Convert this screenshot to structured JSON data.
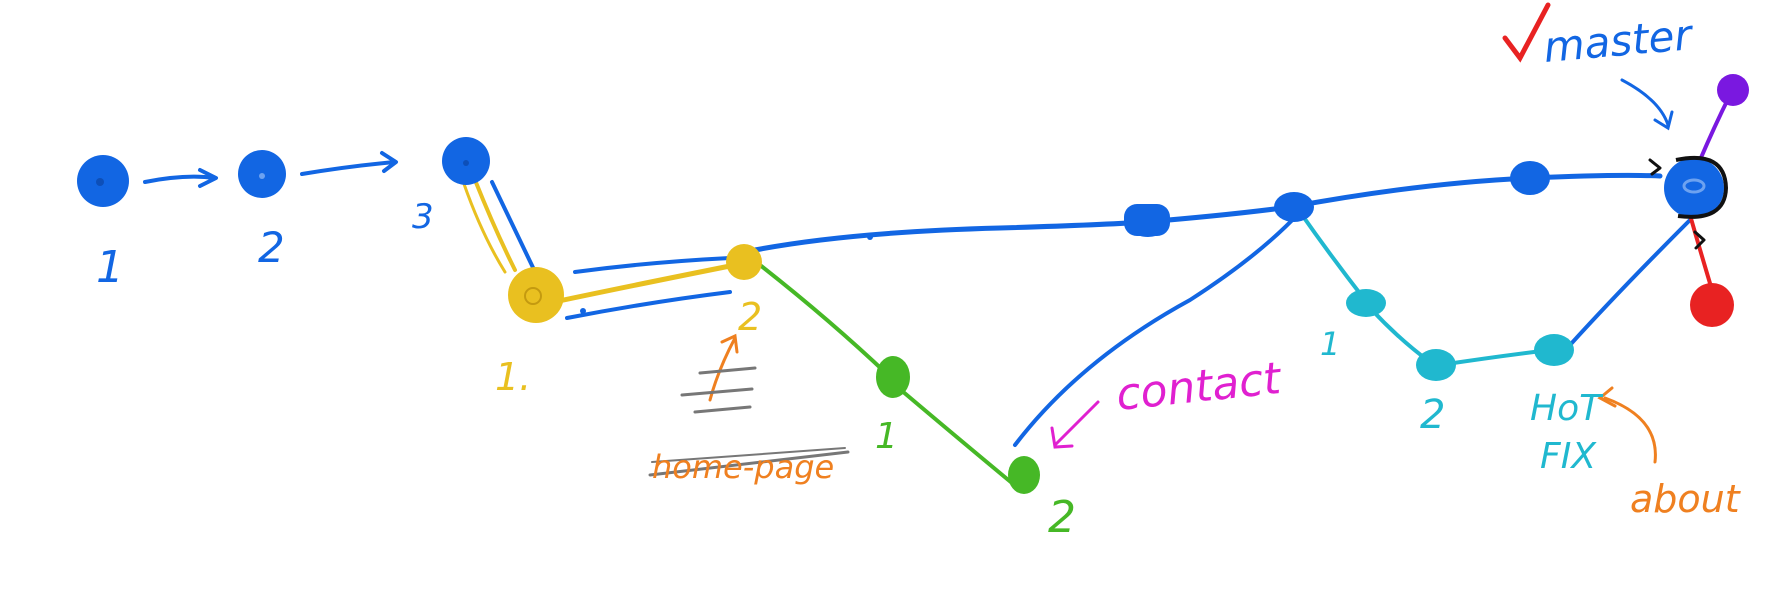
{
  "colors": {
    "blue": "#1266e3",
    "yellow": "#e9c020",
    "green": "#46b826",
    "cyan": "#20b8cf",
    "magenta": "#e020d0",
    "orange": "#ef8020",
    "gray": "#777777",
    "red": "#e82222",
    "purple": "#7a18e0",
    "black": "#111111"
  },
  "labels": {
    "blue_1": "1",
    "blue_2": "2",
    "blue_3": "3",
    "yellow_1": "1.",
    "yellow_2": "2",
    "green_1": "1",
    "green_2": "2",
    "cyan_1": "1",
    "cyan_2": "2",
    "master": "master",
    "contact": "contact",
    "hotfix_line1": "HoT",
    "hotfix_line2": "FIX",
    "about": "about",
    "struck": "home-page",
    "check": "✓"
  },
  "branches": [
    {
      "name": "master",
      "color": "blue"
    },
    {
      "name": "home-page",
      "color": "yellow",
      "struck_out": true
    },
    {
      "name": "contact",
      "color": "green"
    },
    {
      "name": "hotfix",
      "color": "cyan"
    },
    {
      "name": "about",
      "color": "orange"
    }
  ]
}
